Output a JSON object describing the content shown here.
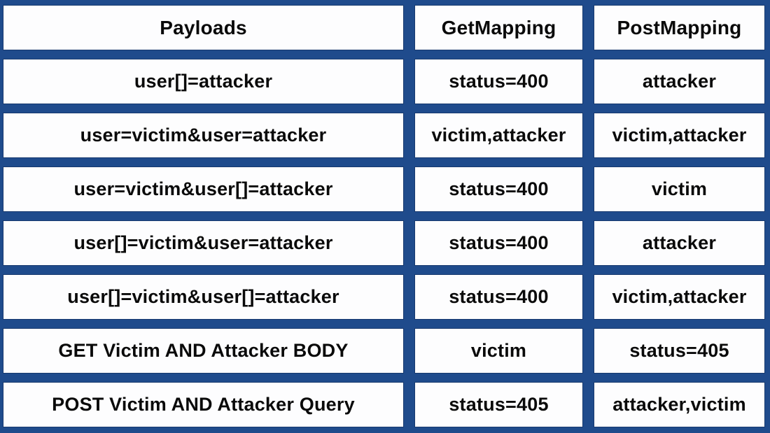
{
  "title": "HTTP Parameter Pollution results table",
  "colors": {
    "background_blue": "#1f4b8c",
    "cell_background": "#fdfdfe",
    "cell_border": "#17396e",
    "text": "#0a0a0a"
  },
  "chart_data": {
    "type": "table",
    "title": "Payloads vs GetMapping vs PostMapping",
    "columns": [
      "Payloads",
      "GetMapping",
      "PostMapping"
    ],
    "rows": [
      [
        "user[]=attacker",
        "status=400",
        "attacker"
      ],
      [
        "user=victim&user=attacker",
        "victim,attacker",
        "victim,attacker"
      ],
      [
        "user=victim&user[]=attacker",
        "status=400",
        "victim"
      ],
      [
        "user[]=victim&user=attacker",
        "status=400",
        "attacker"
      ],
      [
        "user[]=victim&user[]=attacker",
        "status=400",
        "victim,attacker"
      ],
      [
        "GET Victim AND Attacker BODY",
        "victim",
        "status=405"
      ],
      [
        "POST Victim AND Attacker Query",
        "status=405",
        "attacker,victim"
      ]
    ]
  }
}
